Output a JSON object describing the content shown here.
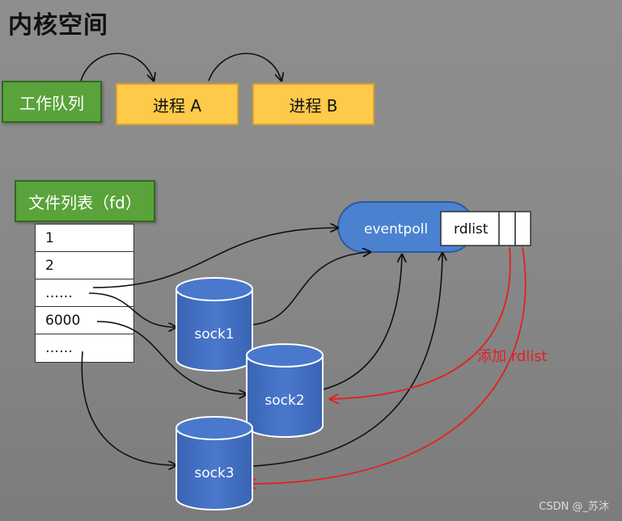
{
  "title": "内核空间",
  "work_queue": "工作队列",
  "process_a": "进程 A",
  "process_b": "进程 B",
  "file_list_label": "文件列表（fd）",
  "fd_rows": [
    "1",
    "2",
    "……",
    "6000",
    "……"
  ],
  "eventpoll": "eventpoll",
  "rdlist": "rdlist",
  "sockets": [
    "sock1",
    "sock2",
    "sock3"
  ],
  "add_label": "添加 rdlist",
  "watermark": "CSDN @_苏沐",
  "colors": {
    "background": "#8a8a8a",
    "green": "#5aa33b",
    "process": "#ffc94a",
    "socket": "#4472c4",
    "red_arrow": "#e32020"
  }
}
